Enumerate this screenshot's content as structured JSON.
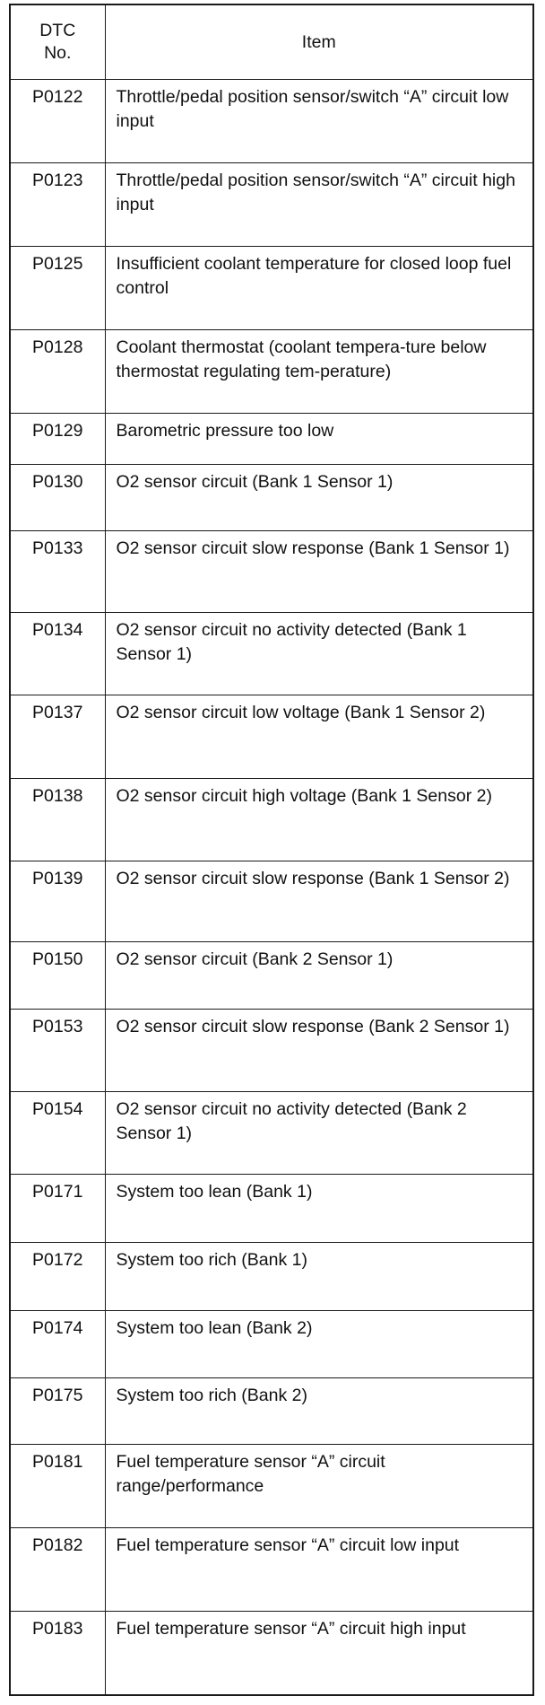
{
  "table": {
    "header": {
      "code_line1": "DTC",
      "code_line2": "No.",
      "item": "Item"
    },
    "rows": [
      {
        "code": "P0122",
        "item": "Throttle/pedal position sensor/switch “A” circuit low input"
      },
      {
        "code": "P0123",
        "item": "Throttle/pedal position sensor/switch “A” circuit high input"
      },
      {
        "code": "P0125",
        "item": "Insufficient coolant temperature for closed loop fuel control"
      },
      {
        "code": "P0128",
        "item": "Coolant thermostat (coolant tempera-ture below thermostat regulating tem-perature)"
      },
      {
        "code": "P0129",
        "item": "Barometric pressure too low"
      },
      {
        "code": "P0130",
        "item": "O2 sensor circuit (Bank 1 Sensor 1)"
      },
      {
        "code": "P0133",
        "item": "O2 sensor circuit slow response (Bank 1 Sensor 1)"
      },
      {
        "code": "P0134",
        "item": "O2 sensor circuit no activity detected (Bank 1 Sensor 1)"
      },
      {
        "code": "P0137",
        "item": "O2 sensor circuit low voltage (Bank 1 Sensor 2)"
      },
      {
        "code": "P0138",
        "item": "O2 sensor circuit high voltage (Bank 1 Sensor 2)"
      },
      {
        "code": "P0139",
        "item": "O2 sensor circuit slow response (Bank 1 Sensor 2)"
      },
      {
        "code": "P0150",
        "item": "O2 sensor circuit (Bank 2 Sensor 1)"
      },
      {
        "code": "P0153",
        "item": "O2 sensor circuit slow response (Bank 2 Sensor 1)"
      },
      {
        "code": "P0154",
        "item": "O2 sensor circuit no activity detected (Bank 2 Sensor 1)"
      },
      {
        "code": "P0171",
        "item": "System too lean (Bank 1)"
      },
      {
        "code": "P0172",
        "item": "System too rich (Bank 1)"
      },
      {
        "code": "P0174",
        "item": "System too lean (Bank 2)"
      },
      {
        "code": "P0175",
        "item": "System too rich (Bank 2)"
      },
      {
        "code": "P0181",
        "item": "Fuel temperature sensor “A” circuit range/performance"
      },
      {
        "code": "P0182",
        "item": "Fuel temperature sensor “A” circuit low input"
      },
      {
        "code": "P0183",
        "item": "Fuel temperature sensor “A” circuit high input"
      }
    ]
  }
}
